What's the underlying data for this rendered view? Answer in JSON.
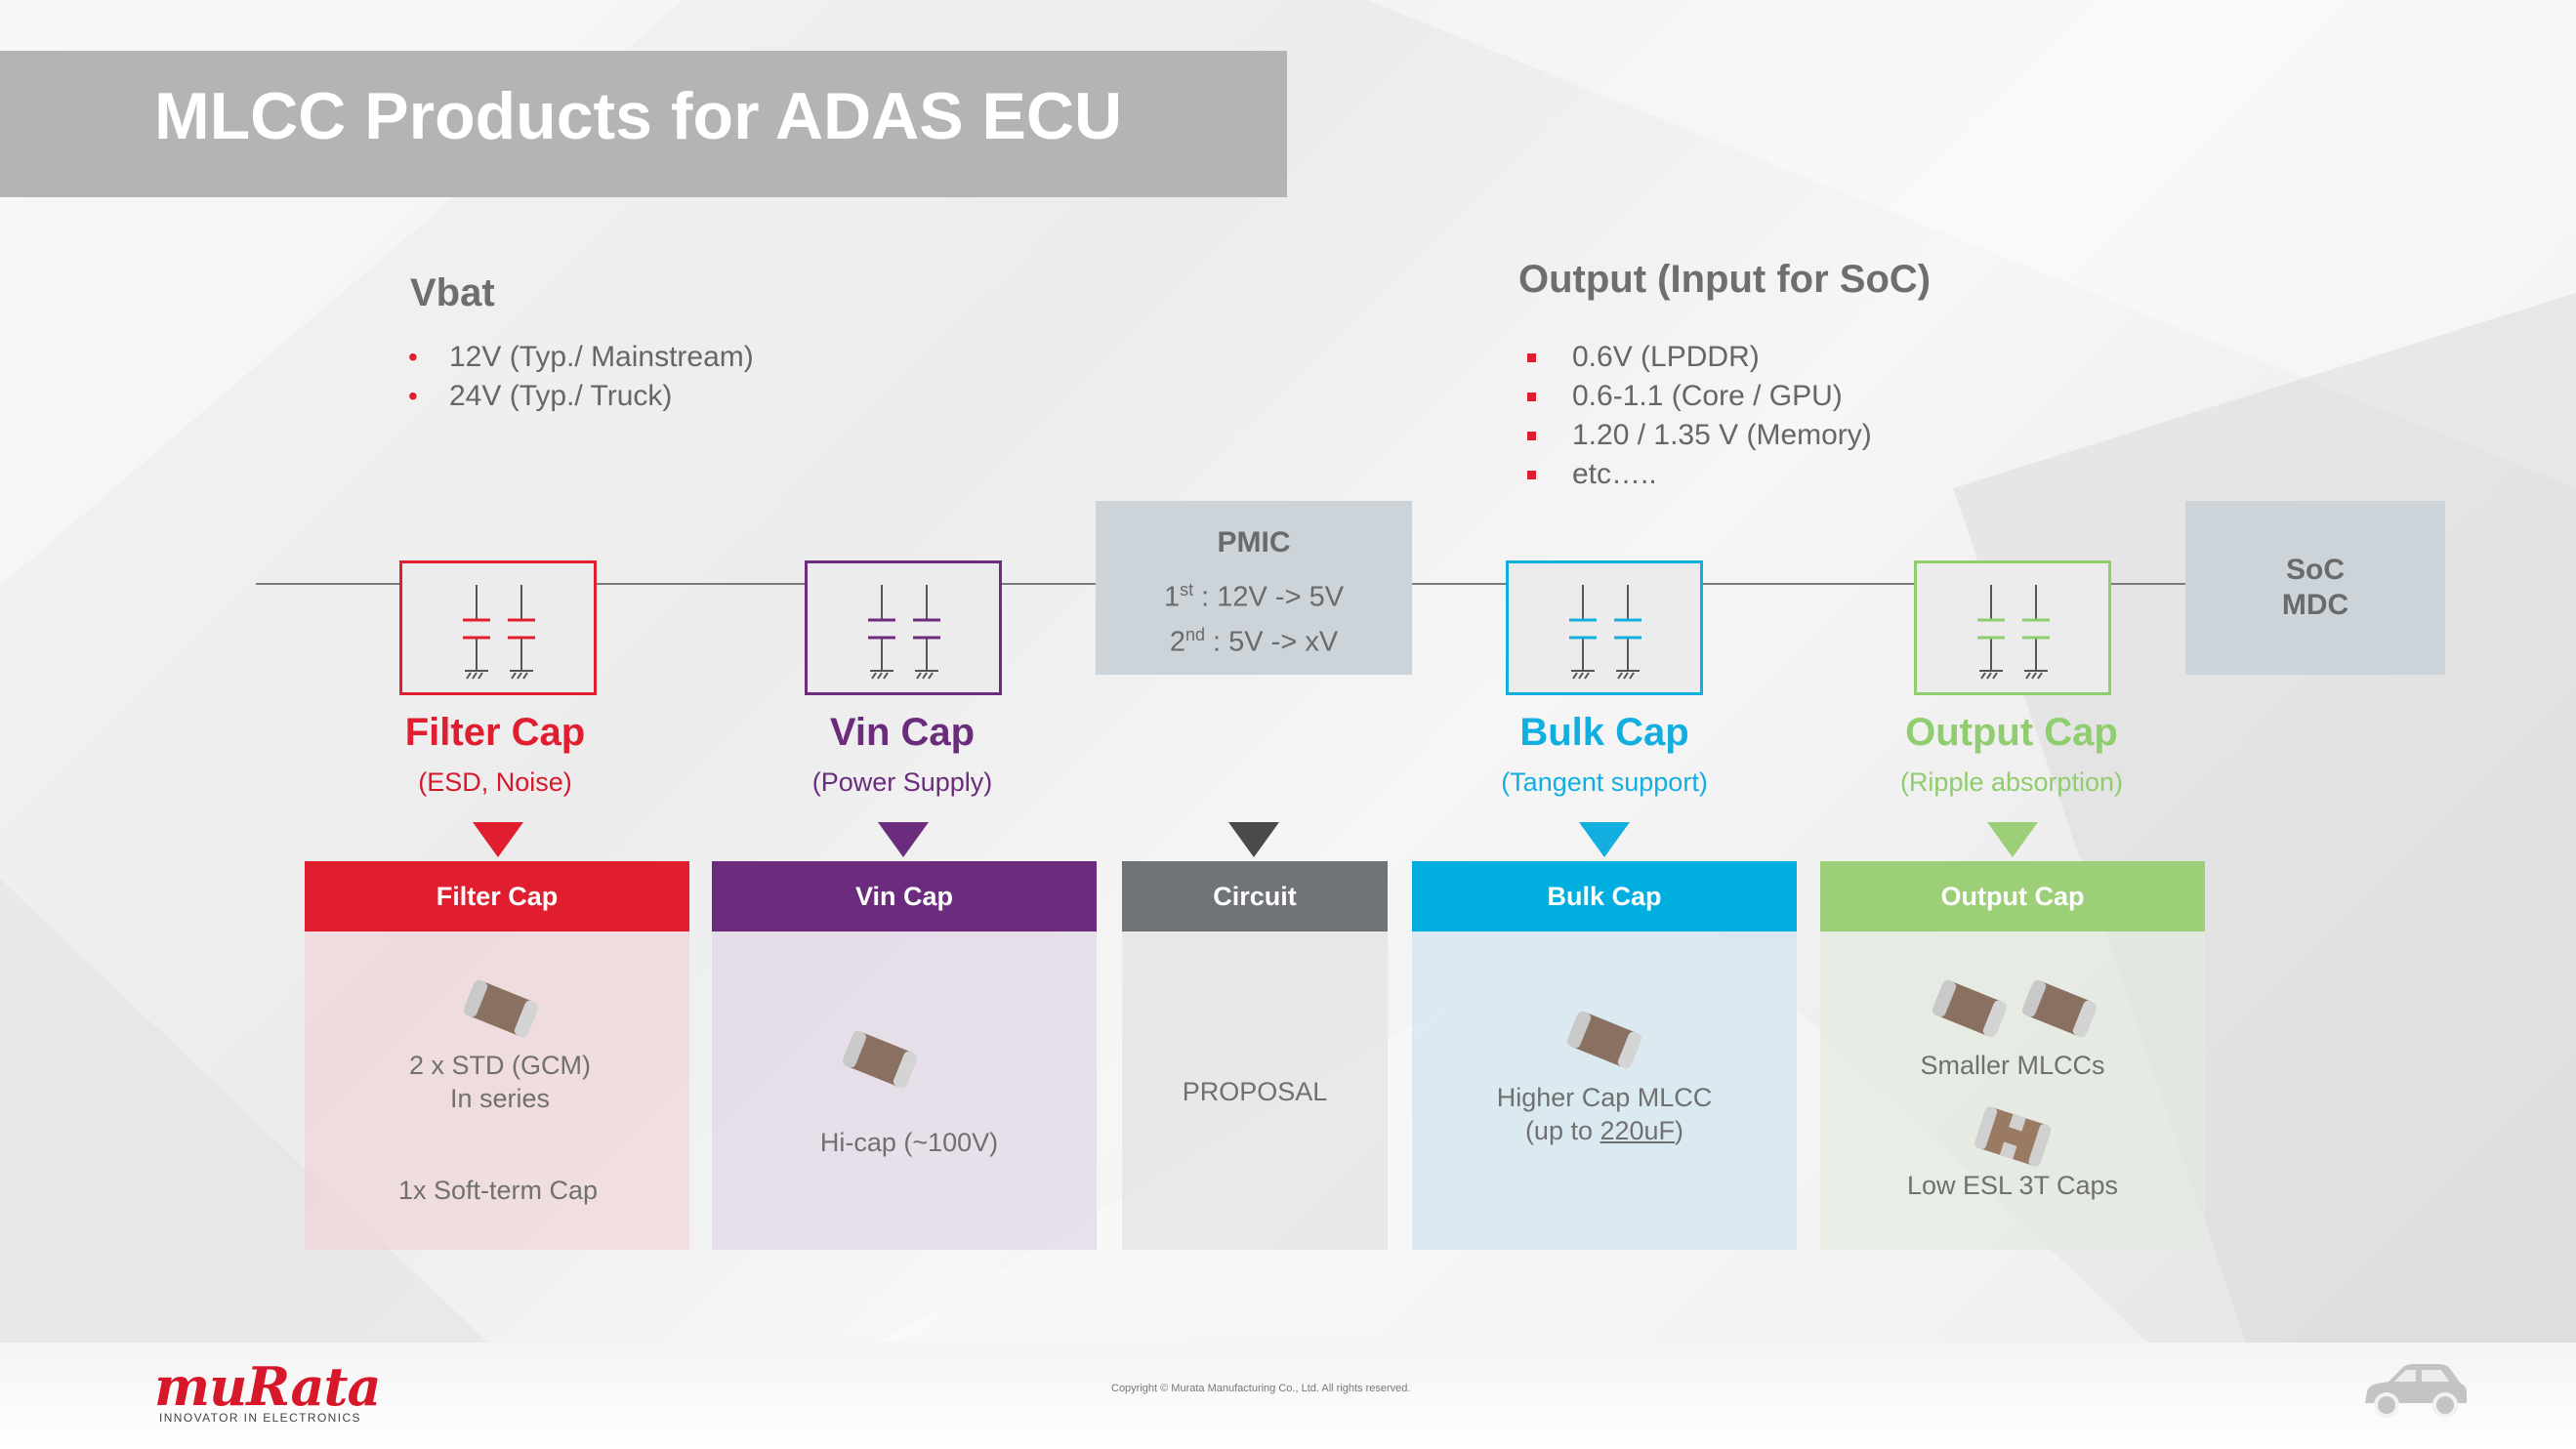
{
  "slide": {
    "title": "MLCC Products for ADAS ECU"
  },
  "vbat": {
    "heading": "Vbat",
    "bullets": [
      "12V (Typ./ Mainstream)",
      "24V (Typ./ Truck)"
    ]
  },
  "output": {
    "heading": "Output (Input for SoC)",
    "bullets": [
      "0.6V (LPDDR)",
      "0.6-1.1 (Core / GPU)",
      "1.20 / 1.35 V (Memory)",
      "etc….."
    ]
  },
  "pmic": {
    "title": "PMIC",
    "line1_sup": "st",
    "line1_prefix": "1",
    "line1_text": " : 12V -> 5V",
    "line2_prefix": "2",
    "line2_sup": "nd",
    "line2_text": " : 5V -> xV"
  },
  "soc": {
    "line1": "SoC",
    "line2": "MDC"
  },
  "caps": [
    {
      "name": "Filter Cap",
      "sub": "(ESD, Noise)",
      "color": "#e01e2f"
    },
    {
      "name": "Vin Cap",
      "sub": "(Power Supply)",
      "color": "#6b2c7d"
    },
    {
      "name": "Bulk Cap",
      "sub": "(Tangent support)",
      "color": "#13aee0"
    },
    {
      "name": "Output Cap",
      "sub": "(Ripple absorption)",
      "color": "#8fcd6e"
    }
  ],
  "columns": [
    {
      "header": "Filter Cap",
      "color": "#e01e2f",
      "lines": [
        "2 x STD (GCM)",
        "In series",
        "1x Soft-term Cap"
      ]
    },
    {
      "header": "Vin Cap",
      "color": "#6b2c7d",
      "lines": [
        "Hi-cap (~100V)"
      ]
    },
    {
      "header": "Circuit",
      "color": "#707478",
      "lines": [
        "PROPOSAL"
      ]
    },
    {
      "header": "Bulk Cap",
      "color": "#00afe0",
      "lines": [
        "Higher Cap MLCC",
        "(up to ",
        "220uF",
        ")"
      ]
    },
    {
      "header": "Output Cap",
      "color": "#9ccf78",
      "lines": [
        "Smaller MLCCs",
        "Low ESL 3T Caps"
      ]
    }
  ],
  "footer": {
    "logo": "muRata",
    "tagline": "INNOVATOR IN ELECTRONICS",
    "copyright": "Copyright © Murata Manufacturing Co., Ltd. All rights reserved."
  },
  "icons": [
    "capacitor-icon",
    "mlcc-chip-icon",
    "car-icon"
  ]
}
